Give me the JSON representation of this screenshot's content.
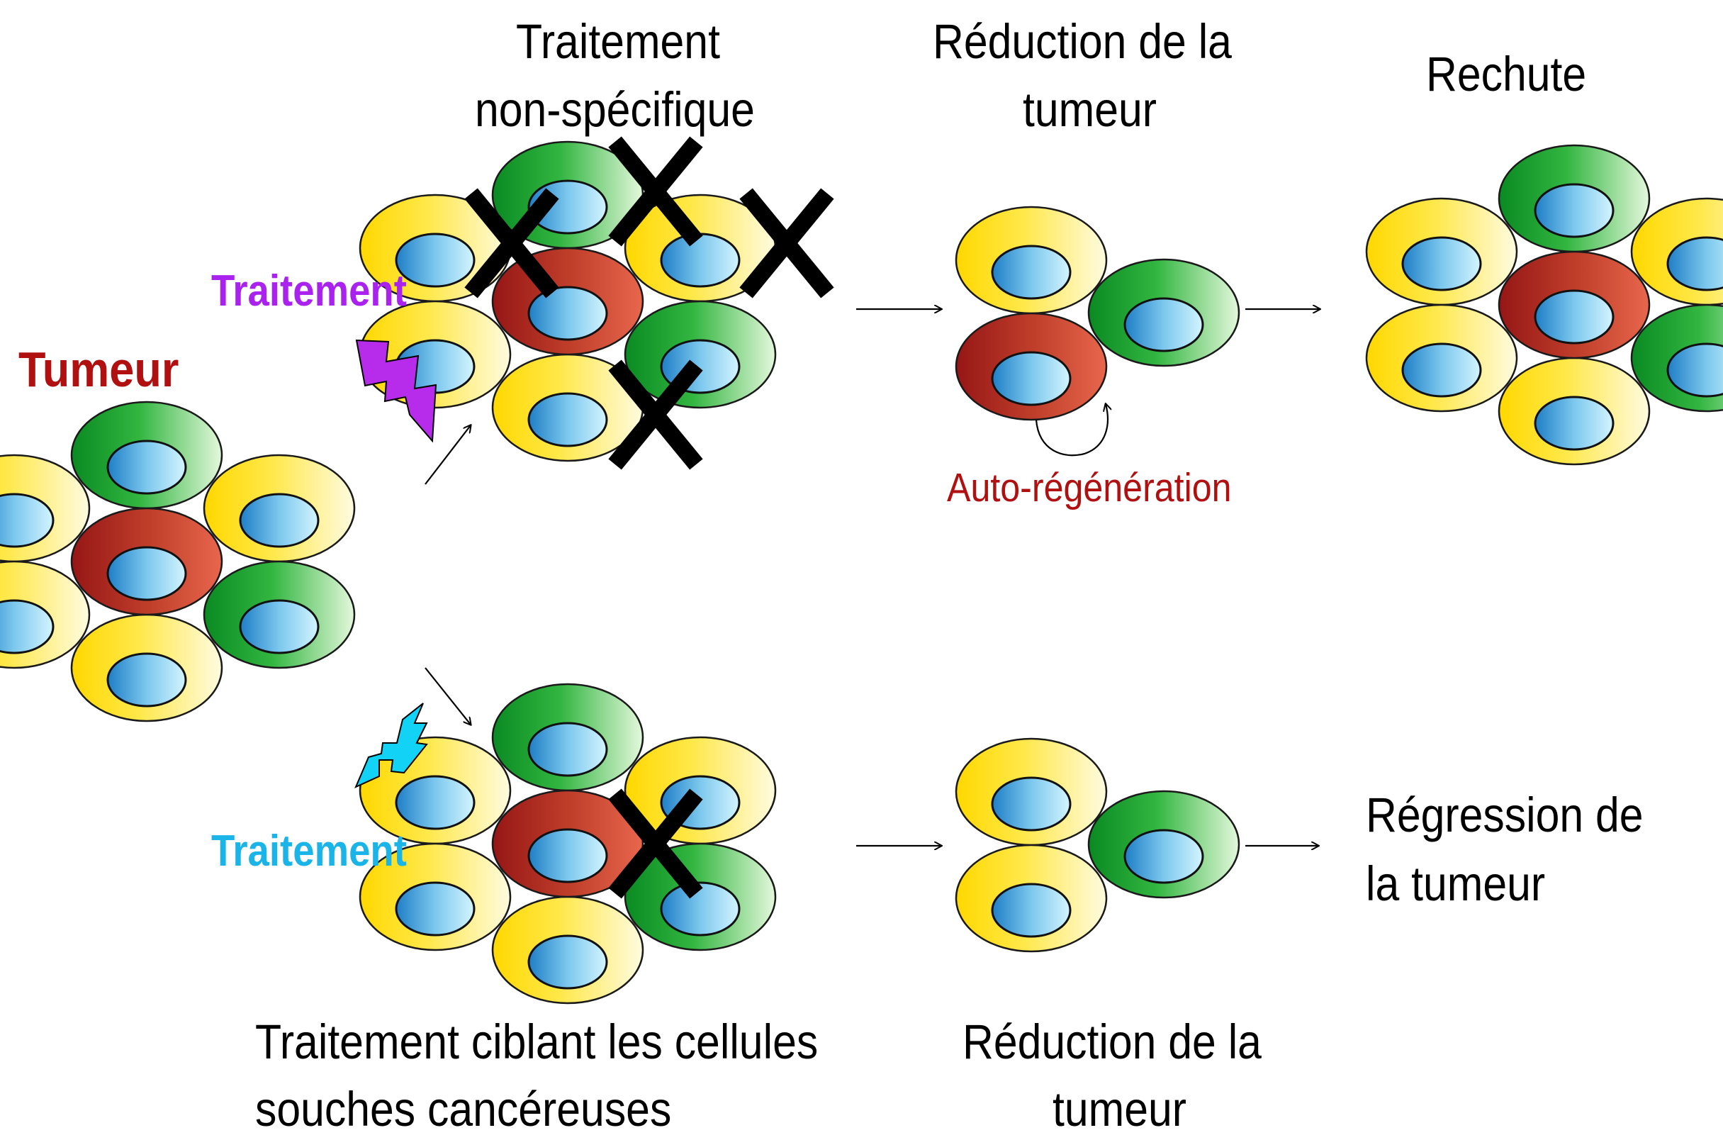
{
  "labels": {
    "tumor": "Tumeur",
    "treatment_top": "Traitement",
    "treatment_bottom": "Traitement",
    "nonspecific_line1": "Traitement",
    "nonspecific_line2": "non-spécifique",
    "reduction_top_line1": "Réduction de la",
    "reduction_top_line2": "tumeur",
    "relapse": "Rechute",
    "self_renewal": "Auto-régénération",
    "regression_line1": "Régression de",
    "regression_line2": "la tumeur",
    "targeted_line1": "Traitement ciblant les cellules",
    "targeted_line2": "souches cancéreuses",
    "reduction_bottom_line1": "Réduction de la",
    "reduction_bottom_line2": "tumeur"
  },
  "colors": {
    "tumor_label": "#b01010",
    "treatment_top": "#aa22ee",
    "treatment_bottom": "#1ab4e8",
    "self_renewal": "#b01010",
    "yellow_cell": "#ffd800",
    "green_cell": "#0a9a2a",
    "red_stem_cell": "#a51e1e",
    "nucleus": "#2a8acc"
  },
  "icons": {
    "lightning_top": "lightning-bolt-icon",
    "lightning_bottom": "lightning-bolt-icon",
    "kill_mark": "cross-x-icon",
    "self_renewal_arrow": "curved-arrow-icon"
  }
}
